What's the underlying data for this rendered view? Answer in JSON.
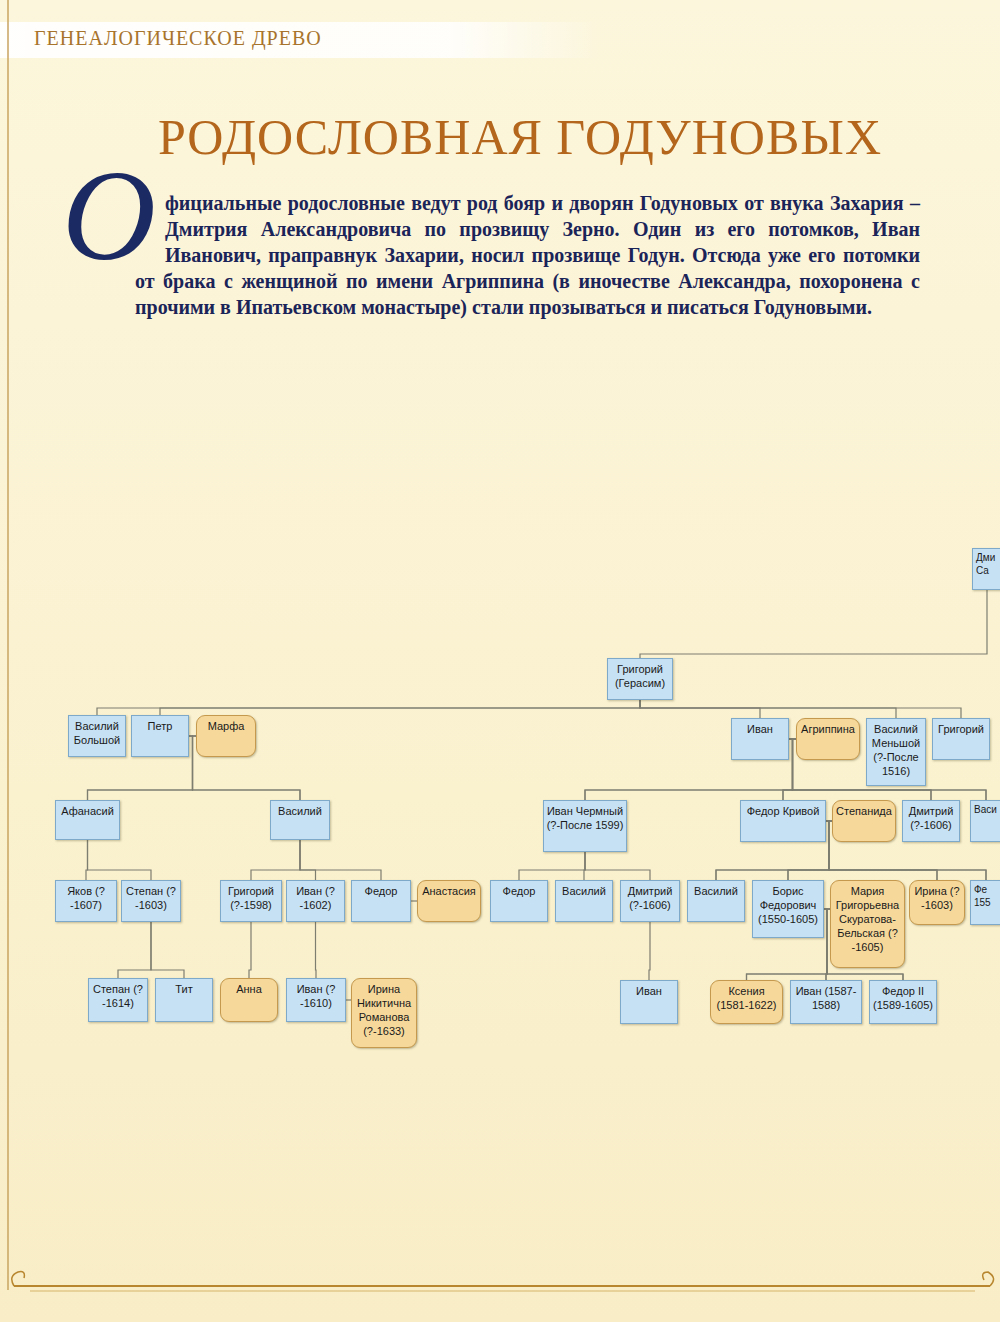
{
  "diagram": {
    "title": "РОДОСЛОВНАЯ ГОДУНОВЫХ",
    "nodes": [
      {
        "text": [
          "Дми Са"
        ]
      },
      {
        "text": [
          "Григорий (Герасим)"
        ]
      },
      {
        "text": [
          "Василий Большой"
        ]
      },
      {
        "text": [
          "Петр"
        ]
      },
      {
        "text": [
          "Марфа"
        ]
      },
      {
        "text": [
          "Иван"
        ]
      },
      {
        "text": [
          "Агриппина"
        ]
      },
      {
        "text": [
          "Василий Меньшой (?-После 1516)"
        ]
      },
      {
        "text": [
          "Григорий"
        ]
      },
      {
        "text": [
          "Афанасий"
        ]
      },
      {
        "text": [
          "Василий"
        ]
      },
      {
        "text": [
          "Иван Чермный (?-После 1599)"
        ]
      },
      {
        "text": [
          "Федор Кривой"
        ]
      },
      {
        "text": [
          "Степанида"
        ]
      },
      {
        "text": [
          "Дмитрий (?-1606)"
        ]
      },
      {
        "text": [
          "Васи"
        ]
      },
      {
        "text": [
          "Яков (?-1607)"
        ]
      },
      {
        "text": [
          "Степан (?-1603)"
        ]
      },
      {
        "text": [
          "Григорий (?-1598)"
        ]
      },
      {
        "text": [
          "Иван (?-1602)"
        ]
      },
      {
        "text": [
          "Федор"
        ]
      },
      {
        "text": [
          "Анастасия"
        ]
      },
      {
        "text": [
          "Федор"
        ]
      },
      {
        "text": [
          "Василий"
        ]
      },
      {
        "text": [
          "Дмитрий (?-1606)"
        ]
      },
      {
        "text": [
          "Василий"
        ]
      },
      {
        "text": [
          "Борис Федорович (1550-1605)"
        ]
      },
      {
        "text": [
          "Мария Григорьевна Скуратова-Бельская (?-1605)"
        ]
      },
      {
        "text": [
          "Ирина (?-1603)"
        ]
      },
      {
        "text": [
          "Фе 155"
        ]
      },
      {
        "text": [
          "Степан (?-1614)"
        ]
      },
      {
        "text": [
          "Тит"
        ]
      },
      {
        "text": [
          "Анна"
        ]
      },
      {
        "text": [
          "Иван (?-1610)"
        ]
      },
      {
        "text": [
          "Ирина Никитична Романова (?-1633)"
        ]
      },
      {
        "text": [
          "Иван"
        ]
      },
      {
        "text": [
          "Ксения (1581-1622)"
        ]
      },
      {
        "text": [
          "Иван (1587-1588)"
        ]
      },
      {
        "text": [
          "Федор II (1589-1605)"
        ]
      }
    ],
    "edges": [
      {
        "from": 0,
        "to": 1,
        "arrow": "none"
      },
      {
        "from": 1,
        "to": 2,
        "arrow": "none"
      },
      {
        "from": 1,
        "to": 3,
        "arrow": "none"
      },
      {
        "from": 1,
        "to": 5,
        "arrow": "none"
      },
      {
        "from": 1,
        "to": 7,
        "arrow": "none"
      },
      {
        "from": 1,
        "to": 8,
        "arrow": "none"
      },
      {
        "from": 3,
        "to": 4,
        "arrow": "none"
      },
      {
        "from": 3,
        "to": 9,
        "arrow": "none"
      },
      {
        "from": 3,
        "to": 10,
        "arrow": "none"
      },
      {
        "from": 4,
        "to": 9,
        "arrow": "none"
      },
      {
        "from": 4,
        "to": 10,
        "arrow": "none"
      },
      {
        "from": 5,
        "to": 6,
        "arrow": "none"
      },
      {
        "from": 5,
        "to": 11,
        "arrow": "none"
      },
      {
        "from": 5,
        "to": 12,
        "arrow": "none"
      },
      {
        "from": 5,
        "to": 14,
        "arrow": "none"
      },
      {
        "from": 5,
        "to": 15,
        "arrow": "none"
      },
      {
        "from": 6,
        "to": 11,
        "arrow": "none"
      },
      {
        "from": 6,
        "to": 12,
        "arrow": "none"
      },
      {
        "from": 6,
        "to": 14,
        "arrow": "none"
      },
      {
        "from": 6,
        "to": 15,
        "arrow": "none"
      },
      {
        "from": 9,
        "to": 16,
        "arrow": "none"
      },
      {
        "from": 9,
        "to": 17,
        "arrow": "none"
      },
      {
        "from": 10,
        "to": 18,
        "arrow": "none"
      },
      {
        "from": 10,
        "to": 19,
        "arrow": "none"
      },
      {
        "from": 10,
        "to": 20,
        "arrow": "none"
      },
      {
        "from": 11,
        "to": 22,
        "arrow": "none"
      },
      {
        "from": 11,
        "to": 23,
        "arrow": "none"
      },
      {
        "from": 11,
        "to": 24,
        "arrow": "none"
      },
      {
        "from": 12,
        "to": 13,
        "arrow": "none"
      },
      {
        "from": 12,
        "to": 25,
        "arrow": "none"
      },
      {
        "from": 12,
        "to": 26,
        "arrow": "none"
      },
      {
        "from": 12,
        "to": 28,
        "arrow": "none"
      },
      {
        "from": 12,
        "to": 29,
        "arrow": "none"
      },
      {
        "from": 13,
        "to": 25,
        "arrow": "none"
      },
      {
        "from": 13,
        "to": 26,
        "arrow": "none"
      },
      {
        "from": 13,
        "to": 28,
        "arrow": "none"
      },
      {
        "from": 13,
        "to": 29,
        "arrow": "none"
      },
      {
        "from": 17,
        "to": 30,
        "arrow": "none"
      },
      {
        "from": 17,
        "to": 31,
        "arrow": "none"
      },
      {
        "from": 18,
        "to": 32,
        "arrow": "none"
      },
      {
        "from": 19,
        "to": 33,
        "arrow": "none"
      },
      {
        "from": 20,
        "to": 21,
        "arrow": "none"
      },
      {
        "from": 24,
        "to": 35,
        "arrow": "none"
      },
      {
        "from": 26,
        "to": 27,
        "arrow": "none"
      },
      {
        "from": 26,
        "to": 36,
        "arrow": "none"
      },
      {
        "from": 26,
        "to": 37,
        "arrow": "none"
      },
      {
        "from": 26,
        "to": 38,
        "arrow": "none"
      },
      {
        "from": 27,
        "to": 36,
        "arrow": "none"
      },
      {
        "from": 27,
        "to": 37,
        "arrow": "none"
      },
      {
        "from": 27,
        "to": 38,
        "arrow": "none"
      },
      {
        "from": 33,
        "to": 34,
        "arrow": "none"
      }
    ],
    "labels": [
      "ГЕНЕАЛОГИЧЕСКОЕ ДРЕВО",
      "О",
      "фициальные родословные ведут род бояр и дворян Годуновых от внука Захария – Дмитрия Александровича по прозвищу Зерно. Один из его потомков, Иван Иванович, праправнук Захарии, носил прозвище Годун. Отсюда уже его потомки от брака с женщиной по имени Агриппина (в иночестве Александра, похоронена с прочими в Ипатьевском монастыре) стали прозываться и писаться Годуновыми."
    ]
  }
}
